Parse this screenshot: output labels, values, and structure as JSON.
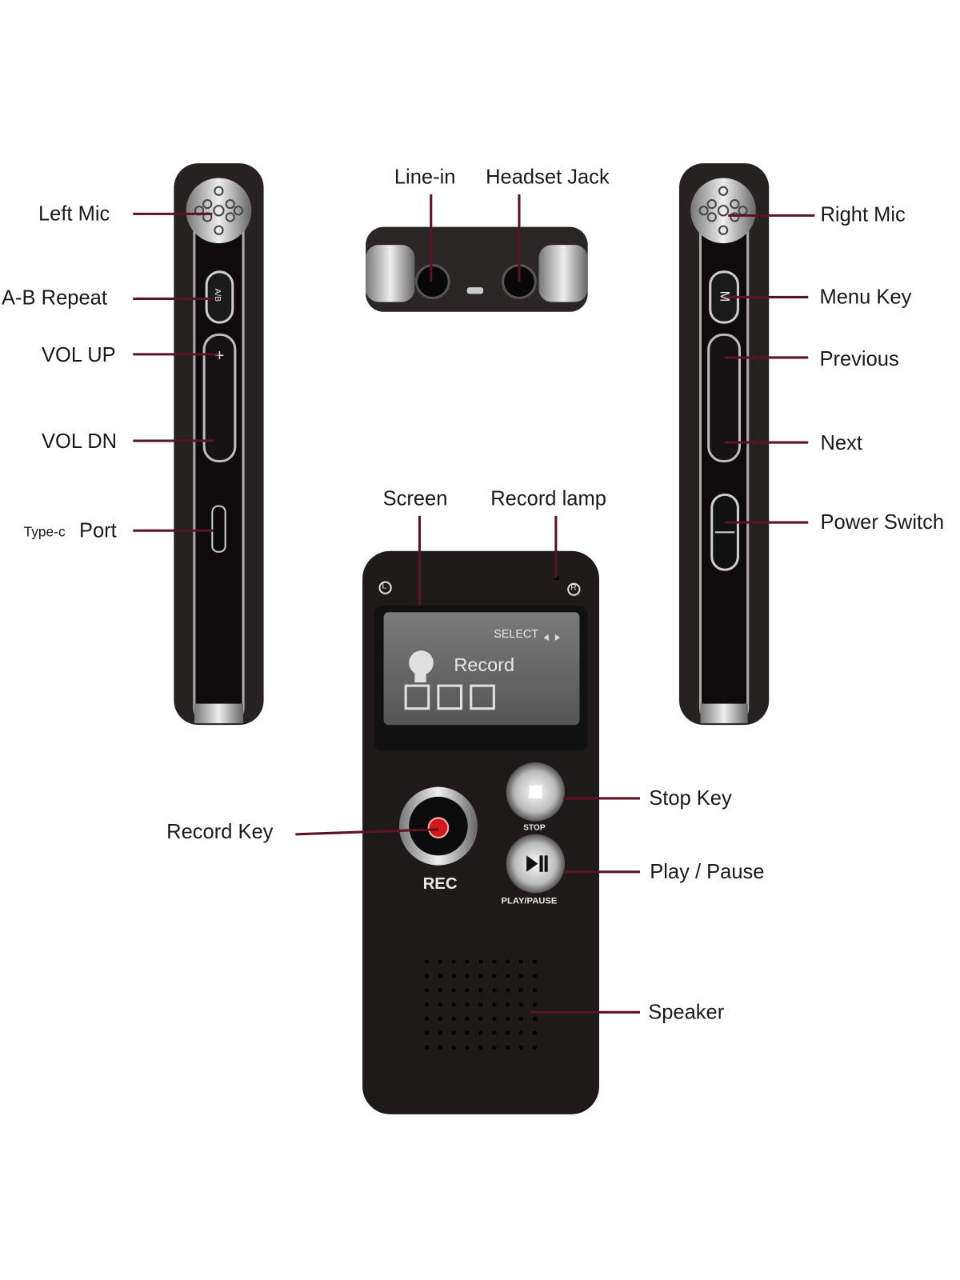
{
  "labels": {
    "left_mic": "Left Mic",
    "ab_repeat": "A-B Repeat",
    "vol_up": "VOL UP",
    "vol_dn": "VOL DN",
    "type_c_prefix": "Type-c",
    "type_c_port": "Port",
    "line_in": "Line-in",
    "headset_jack": "Headset Jack",
    "right_mic": "Right Mic",
    "menu_key": "Menu Key",
    "previous": "Previous",
    "next": "Next",
    "power_switch": "Power Switch",
    "screen": "Screen",
    "record_lamp": "Record lamp",
    "stop_key": "Stop Key",
    "record_key": "Record Key",
    "play_pause": "Play / Pause",
    "speaker": "Speaker"
  },
  "device": {
    "screen_select": "SELECT",
    "screen_mode": "Record",
    "rec_label": "REC",
    "stop_label": "STOP",
    "play_label": "PLAY/PAUSE",
    "left_channel": "L",
    "right_channel": "R",
    "ab_key_text": "A/B",
    "menu_key_text": "M"
  },
  "colors": {
    "leader": "#5b1424",
    "body": "#1e1a1a",
    "rec_dot": "#d01818"
  }
}
